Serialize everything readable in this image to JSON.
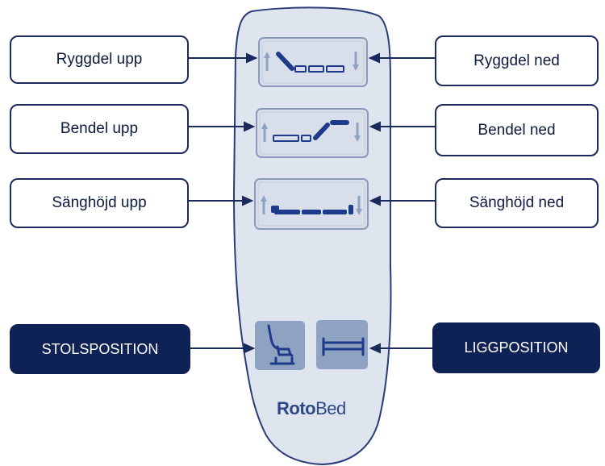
{
  "labels": {
    "back_up": "Ryggdel upp",
    "back_down": "Ryggdel ned",
    "leg_up": "Bendel upp",
    "leg_down": "Bendel ned",
    "height_up": "Sänghöjd upp",
    "height_down": "Sänghöjd ned",
    "chair_position": "STOLSPOSITION",
    "lying_position": "LIGGPOSITION"
  },
  "logo": {
    "part1": "Roto",
    "part2": "Bed"
  },
  "colors": {
    "remote_fill": "#dfe5ee",
    "remote_border": "#2a3c78",
    "dark_box": "#0f2255",
    "icon_blue": "#1e3a8a",
    "button_fill": "#8ea3c2"
  }
}
